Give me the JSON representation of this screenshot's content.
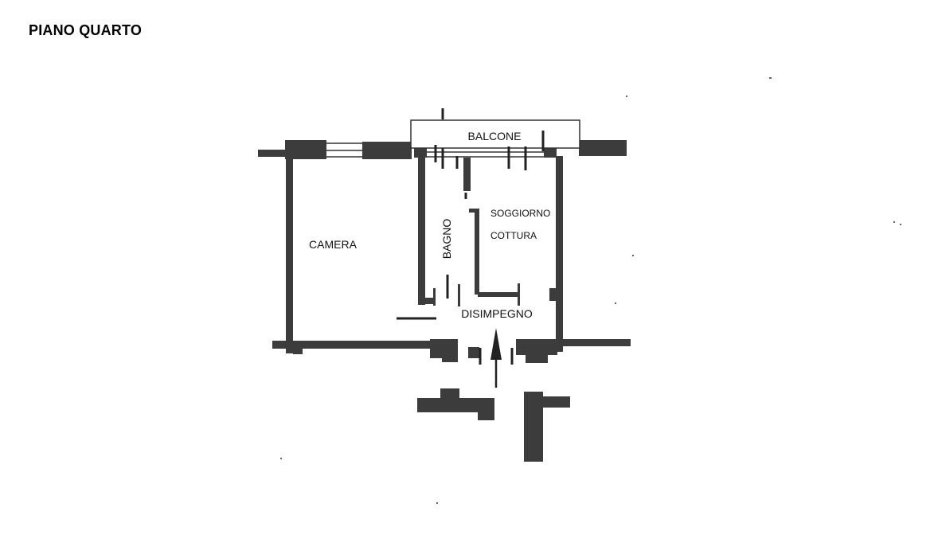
{
  "floor_title": "PIANO QUARTO",
  "rooms": {
    "balcony": "BALCONE",
    "bedroom": "CAMERA",
    "bathroom": "BAGNO",
    "living_line1": "SOGGIORNO",
    "living_line2": "COTTURA",
    "hallway": "DISIMPEGNO"
  },
  "colors": {
    "wall": "#3c3c3c",
    "ink": "#111111",
    "background": "#ffffff"
  }
}
